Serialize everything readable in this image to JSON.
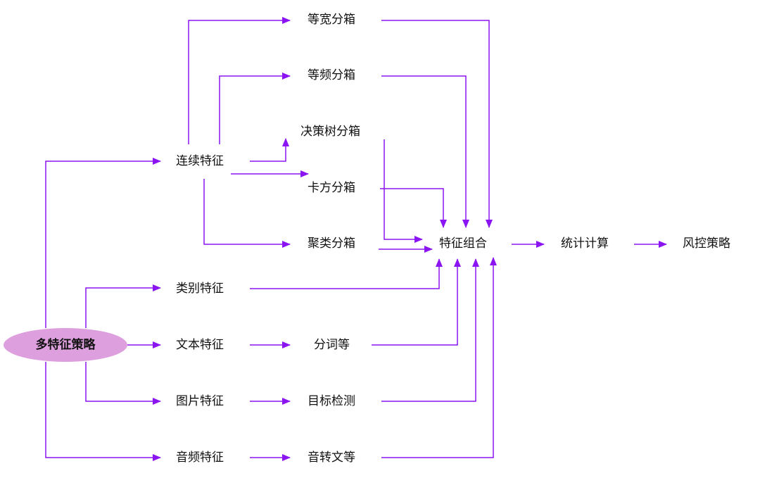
{
  "colors": {
    "edge": "#8a14f2",
    "root_fill": "#dd9fdd",
    "text": "#111111"
  },
  "nodes": {
    "root": "多特征策略",
    "continuous": "连续特征",
    "categorical": "类别特征",
    "text": "文本特征",
    "image": "图片特征",
    "audio": "音频特征",
    "equal_width": "等宽分箱",
    "equal_freq": "等频分箱",
    "decision_tree": "决策树分箱",
    "chi_square": "卡方分箱",
    "clustering": "聚类分箱",
    "tokenize": "分词等",
    "object_detection": "目标检测",
    "speech_to_text": "音转文等",
    "combination": "特征组合",
    "statistics": "统计计算",
    "risk_strategy": "风控策略"
  }
}
